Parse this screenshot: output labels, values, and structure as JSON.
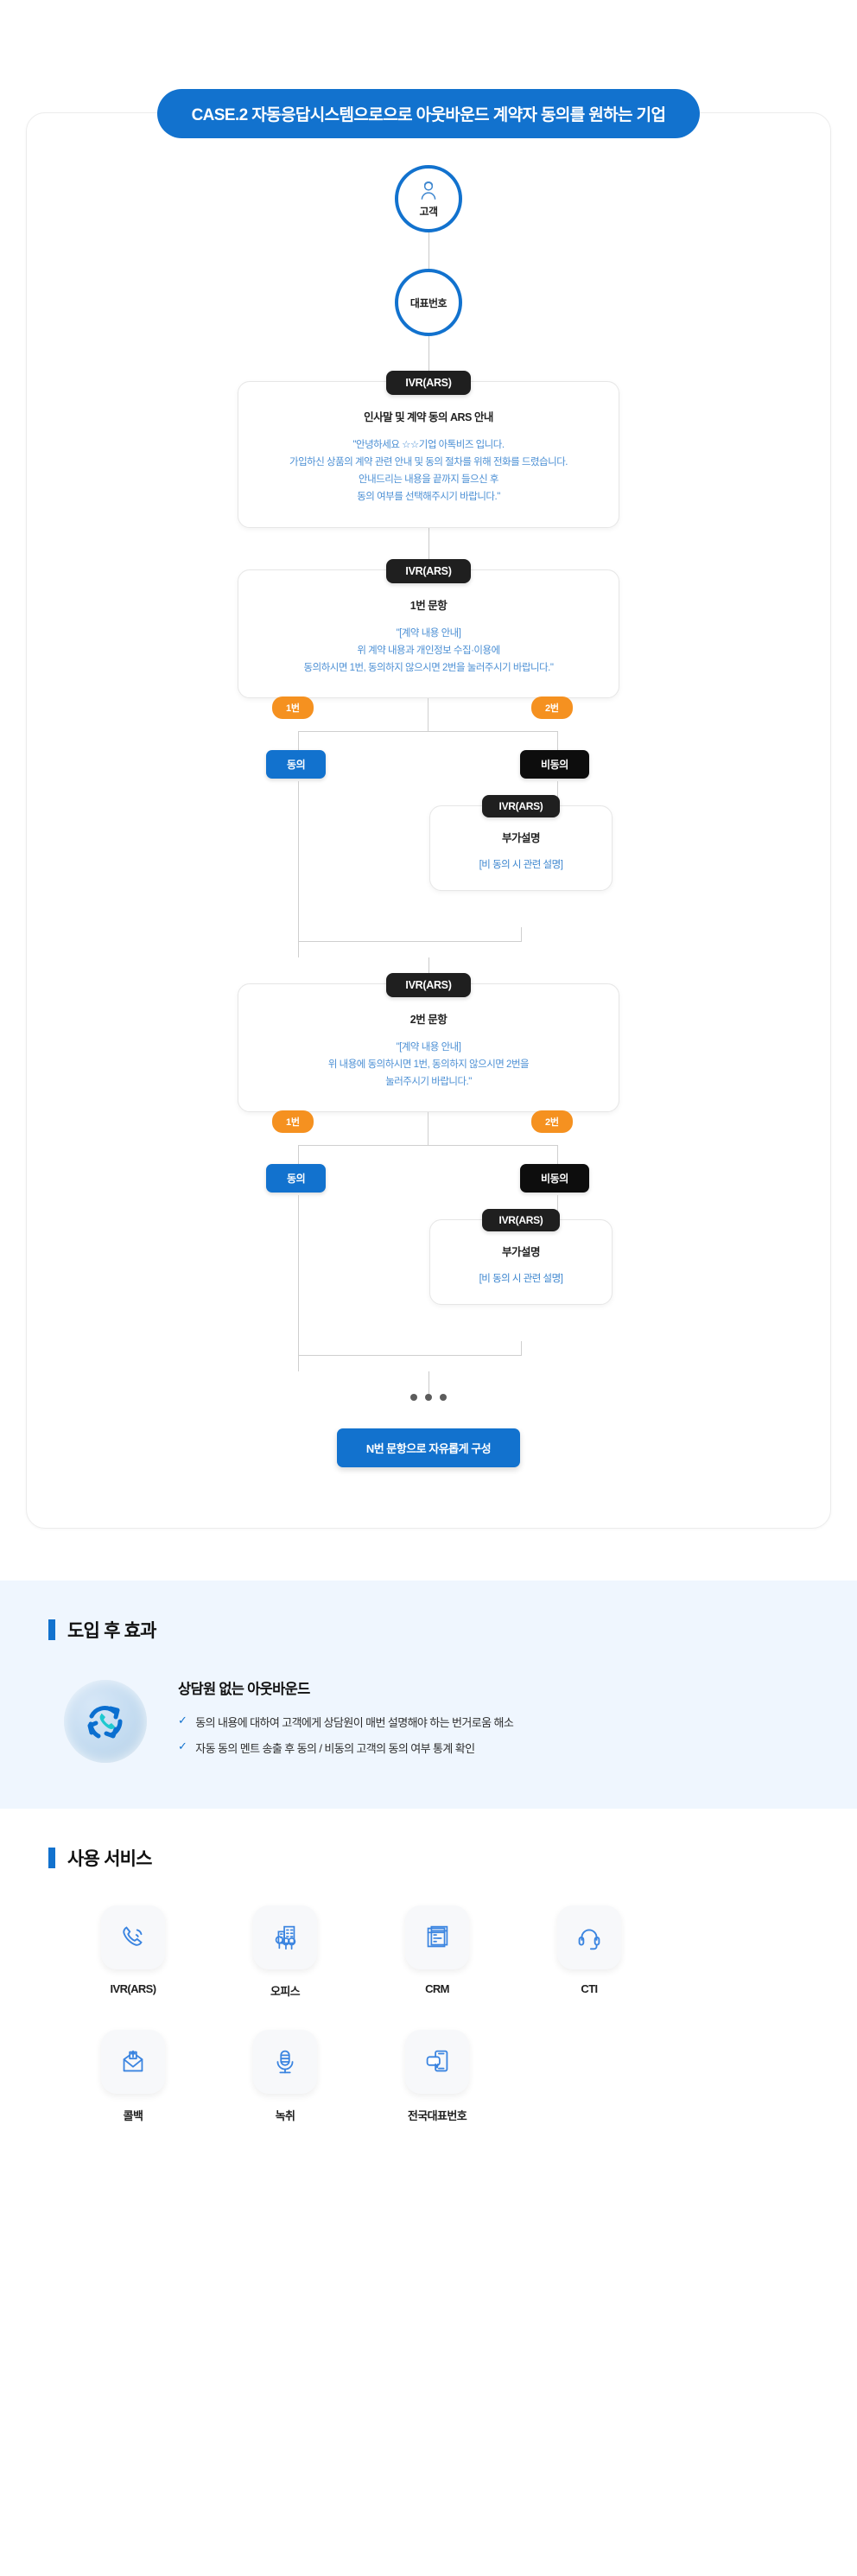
{
  "banner": {
    "title": "CASE.2 자동응답시스템으로으로 아웃바운드 계약자 동의를 원하는 기업"
  },
  "flow": {
    "customer": {
      "label": "고객",
      "icon": "customer-person-icon"
    },
    "main_number": {
      "label": "대표번호"
    },
    "step1": {
      "chip": "IVR(ARS)",
      "title": "인사말 및 계약 동의 ARS 안내",
      "body": "\"안녕하세요 ☆☆기업 아톡비즈 입니다.\n가입하신 상품의 계약 관련 안내 및 동의 절차를 위해 전화를 드렸습니다.\n안내드리는 내용을 끝까지 들으신 후\n동의 여부를 선택해주시기 바랍니다.\""
    },
    "step2": {
      "chip": "IVR(ARS)",
      "title": "1번 문항",
      "body": "\"[계약 내용 안내]\n위 계약 내용과 개인정보 수집·이용에\n동의하시면 1번, 동의하지 않으시면 2번을 눌러주시기 바랍니다.\""
    },
    "branch1": {
      "option1_badge": "1번",
      "option2_badge": "2번",
      "agree_label": "동의",
      "disagree_label": "비동의",
      "sub": {
        "chip": "IVR(ARS)",
        "title": "부가설명",
        "body": "[비 동의 시 관련 설명]"
      }
    },
    "step3": {
      "chip": "IVR(ARS)",
      "title": "2번 문항",
      "body": "\"[계약 내용 안내]\n위 내용에 동의하시면 1번, 동의하지 않으시면 2번을\n눌러주시기 바랍니다.\""
    },
    "branch2": {
      "option1_badge": "1번",
      "option2_badge": "2번",
      "agree_label": "동의",
      "disagree_label": "비동의",
      "sub": {
        "chip": "IVR(ARS)",
        "title": "부가설명",
        "body": "[비 동의 시 관련 설명]"
      }
    },
    "ellipsis_count": 3,
    "final_button": "N번 문항으로 자유롭게 구성"
  },
  "effect": {
    "section_title": "도입 후 효과",
    "heading": "상담원 없는 아웃바운드",
    "icon": "call-recycle-icon",
    "check_mark": "✓",
    "bullets": [
      "동의 내용에 대하여 고객에게 상담원이 매번 설명해야 하는 번거로움 해소",
      "자동 동의 멘트 송출 후 동의 / 비동의 고객의 동의 여부 통계 확인"
    ]
  },
  "services": {
    "section_title": "사용 서비스",
    "items": [
      {
        "label": "IVR(ARS)",
        "icon": "phone-ring-icon"
      },
      {
        "label": "오피스",
        "icon": "office-building-icon"
      },
      {
        "label": "CRM",
        "icon": "crm-window-icon"
      },
      {
        "label": "CTI",
        "icon": "headset-icon"
      },
      {
        "label": "콜백",
        "icon": "envelope-callback-icon"
      },
      {
        "label": "녹취",
        "icon": "microphone-icon"
      },
      {
        "label": "전국대표번호",
        "icon": "mobile-chat-icon"
      }
    ]
  },
  "colors": {
    "brand_blue": "#1272CE",
    "accent_orange": "#F59120",
    "black_chip": "#1f1f1f",
    "body_blue_text": "#3d86cf",
    "effect_bg": "#EFF6FE"
  }
}
